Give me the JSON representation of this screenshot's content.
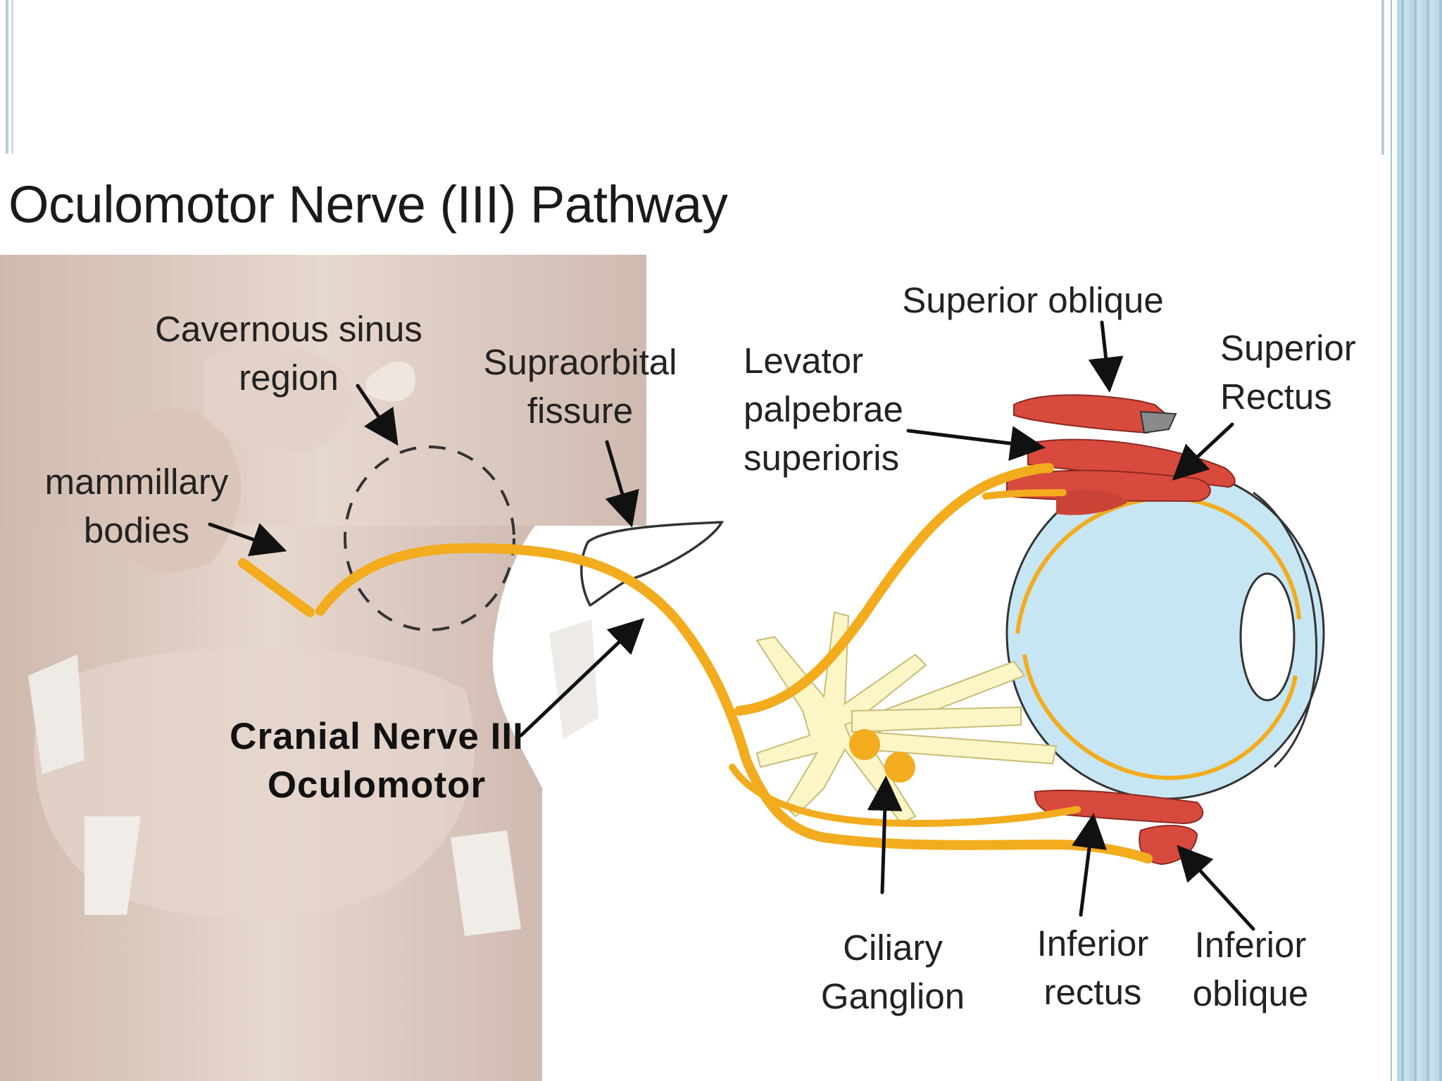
{
  "title": "Oculomotor Nerve (III) Pathway",
  "labels": {
    "cavernous_sinus": [
      "Cavernous sinus",
      "region"
    ],
    "mammillary": [
      "mammillary",
      "bodies"
    ],
    "supraorbital": [
      "Supraorbital",
      "fissure"
    ],
    "levator": [
      "Levator",
      "palpebrae",
      "superioris"
    ],
    "superior_oblique": "Superior oblique",
    "superior_rectus": [
      "Superior",
      "Rectus"
    ],
    "cranial_nerve": [
      "Cranial Nerve III",
      "Oculomotor"
    ],
    "ciliary": [
      "Ciliary",
      "Ganglion"
    ],
    "inferior_rectus": [
      "Inferior",
      "rectus"
    ],
    "inferior_oblique": [
      "Inferior",
      "oblique"
    ]
  },
  "colors": {
    "nerve": "#f2ac1e",
    "muscle": "#d84a3d",
    "eyeball": "#c7e6f4",
    "brainstem": "#dcc8bc",
    "ganglion": "#fcf6c6"
  }
}
